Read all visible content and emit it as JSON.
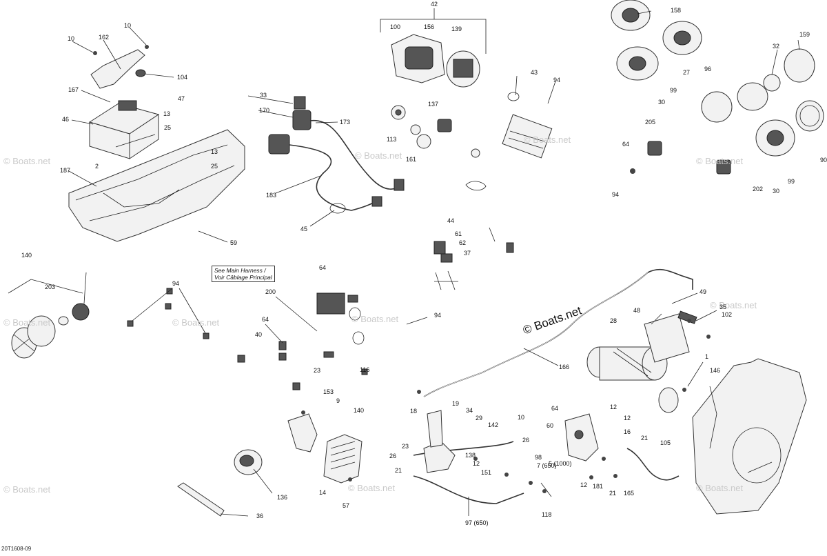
{
  "watermarks": [
    "© Boats.net",
    "© Boats.net",
    "© Boats.net",
    "© Boats.net",
    "© Boats.net",
    "© Boats.net",
    "© Boats.net",
    "© Boats.net",
    "© Boats.net",
    "© Boats.net",
    "© Boats.net"
  ],
  "center_watermark": "© Boats.net",
  "harness_note": {
    "line1": "See Main Harness /",
    "line2": "Voir Câblage Principal"
  },
  "diagram_code": "20T1608-09",
  "callouts": [
    "42",
    "100",
    "156",
    "139",
    "158",
    "159",
    "32",
    "10",
    "162",
    "10",
    "104",
    "167",
    "47",
    "46",
    "13",
    "25",
    "187",
    "2",
    "13",
    "25",
    "59",
    "33",
    "170",
    "173",
    "183",
    "45",
    "113",
    "137",
    "161",
    "43",
    "94",
    "96",
    "99",
    "30",
    "205",
    "27",
    "64",
    "94",
    "202",
    "30",
    "99",
    "90",
    "44",
    "61",
    "62",
    "37",
    "140",
    "203",
    "94",
    "200",
    "64",
    "40",
    "64",
    "116",
    "94",
    "23",
    "153",
    "9",
    "140",
    "136",
    "14",
    "57",
    "36",
    "49",
    "35",
    "102",
    "48",
    "28",
    "1",
    "146",
    "166",
    "19",
    "18",
    "34",
    "29",
    "142",
    "10",
    "23",
    "26",
    "138",
    "21",
    "12",
    "151",
    "97 (650)",
    "26",
    "98",
    "7 (650)",
    "5 (1000)",
    "118",
    "64",
    "12",
    "12",
    "60",
    "12",
    "181",
    "16",
    "21",
    "21",
    "165",
    "105"
  ]
}
